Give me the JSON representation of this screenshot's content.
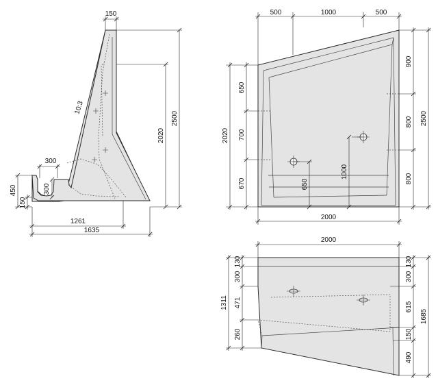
{
  "side_view": {
    "top_width": "150",
    "slope_label": "10:3",
    "total_height": "2500",
    "inner_height": "2020",
    "foot_height": "450",
    "foot_base": "150",
    "notch_width": "300",
    "notch_depth": "300",
    "base_inner_length": "1261",
    "base_total_length": "1635"
  },
  "front_view": {
    "top_left": "500",
    "top_mid": "1000",
    "top_right": "500",
    "left_upper": "650",
    "left_mid": "700",
    "left_lower": "670",
    "left_total": "2020",
    "right_upper": "900",
    "right_mid": "800",
    "right_lower": "800",
    "right_total": "2500",
    "hole_left_height": "650",
    "hole_right_height": "1000",
    "bottom_width": "2000"
  },
  "plan_view": {
    "top_width": "2000",
    "left_1": "130",
    "left_2": "300",
    "left_3": "471",
    "left_4": "260",
    "left_total": "1311",
    "right_1": "130",
    "right_2": "300",
    "right_3": "615",
    "right_4": "150",
    "right_5": "490",
    "right_total": "1685"
  }
}
